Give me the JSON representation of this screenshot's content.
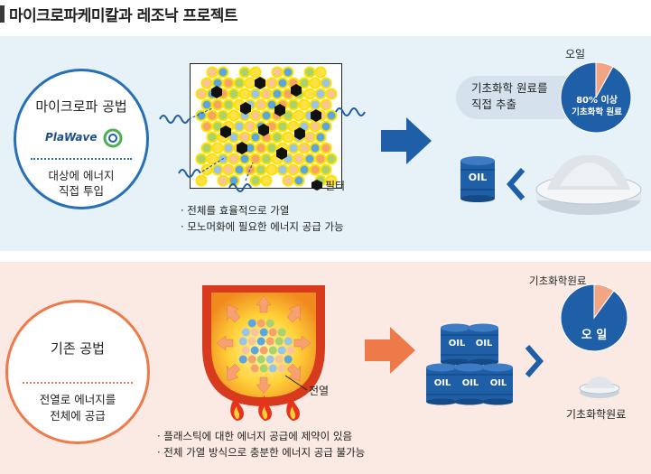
{
  "title": "마이크로파케미칼과 레조낙 프로젝트",
  "microwave": {
    "method_title": "마이크로파 공법",
    "logo_text": "PlaWave",
    "method_desc": [
      "대상에 에너지",
      "직접 투입"
    ],
    "filter_label": "필터",
    "notes": [
      "· 전체를 효율적으로 가열",
      "· 모노머화에 필요한 에너지 공급 가능"
    ],
    "extract_label": [
      "기초화학 원료를",
      "직접 추출"
    ],
    "pie": {
      "small_label": "오일",
      "big_label_line1": "80% 이상",
      "big_label_line2": "기초화학 원료",
      "big_fraction": 0.92,
      "small_fraction": 0.08
    },
    "barrel_label": "OIL"
  },
  "conventional": {
    "method_title": "기존 공법",
    "method_desc": [
      "전열로 에너지를",
      "전체에 공급"
    ],
    "heat_label": "전열",
    "notes": [
      "· 플래스틱에 대한 에너지 공급에 제약이 있음",
      "· 전체 가열 방식으로 충분한 에너지 공급 불가능"
    ],
    "barrel_label": "OIL",
    "pie": {
      "small_label": "기초화학원료",
      "big_label": "오 일",
      "big_fraction": 0.9,
      "small_fraction": 0.1
    },
    "powder_label": "기초화학원료"
  },
  "colors": {
    "blue": "#1f5fa8",
    "orange": "#ee7a4a",
    "pale_orange": "#f2a582",
    "light_blue_bg": "#e6f2f7",
    "light_orange_bg": "#fbeae4"
  }
}
